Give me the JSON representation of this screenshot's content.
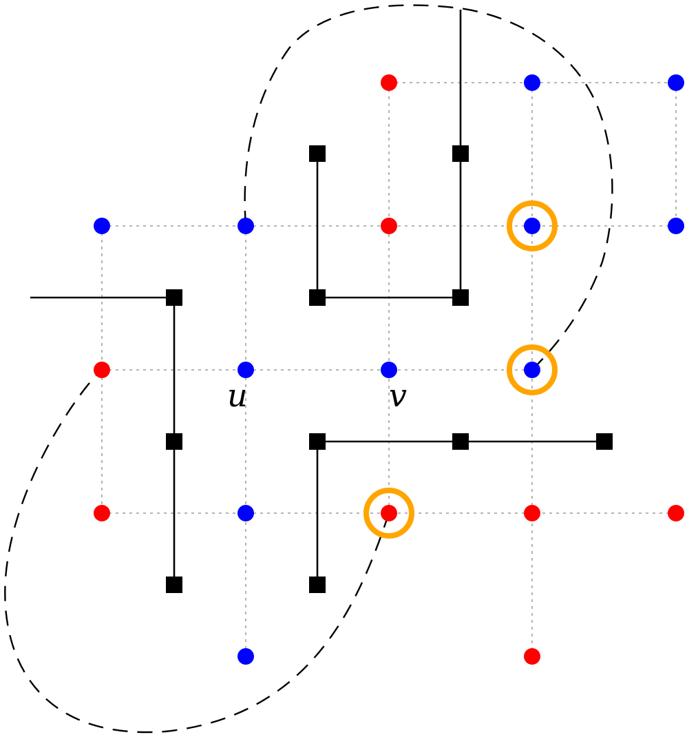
{
  "labels": {
    "u": "u",
    "v": "v"
  },
  "colors": {
    "red_node": "#ff0000",
    "blue_node": "#0000ff",
    "square_node": "#000000",
    "highlight_ring": "#ffa500",
    "grid_line": "#888888",
    "solid_line": "#000000",
    "dashed_curve": "#000000"
  },
  "node_kinds": [
    "red-dot",
    "blue-dot",
    "black-square",
    "orange-ring"
  ]
}
